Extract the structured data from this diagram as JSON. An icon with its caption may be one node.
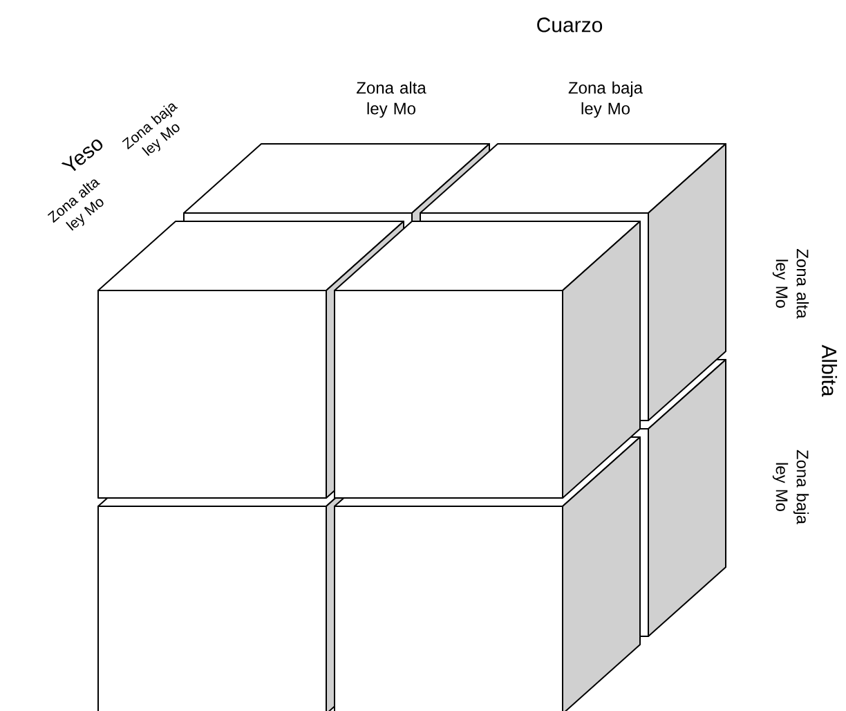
{
  "diagram": {
    "labels": [
      "Cuarzo",
      "Zona alta ley Mo",
      "Zona baja ley Mo",
      "Yeso",
      "Zona baja ley Mo",
      "Zona alta ley Mo",
      "Albita",
      "Zona alta ley Mo",
      "Zona baja ley Mo"
    ]
  }
}
